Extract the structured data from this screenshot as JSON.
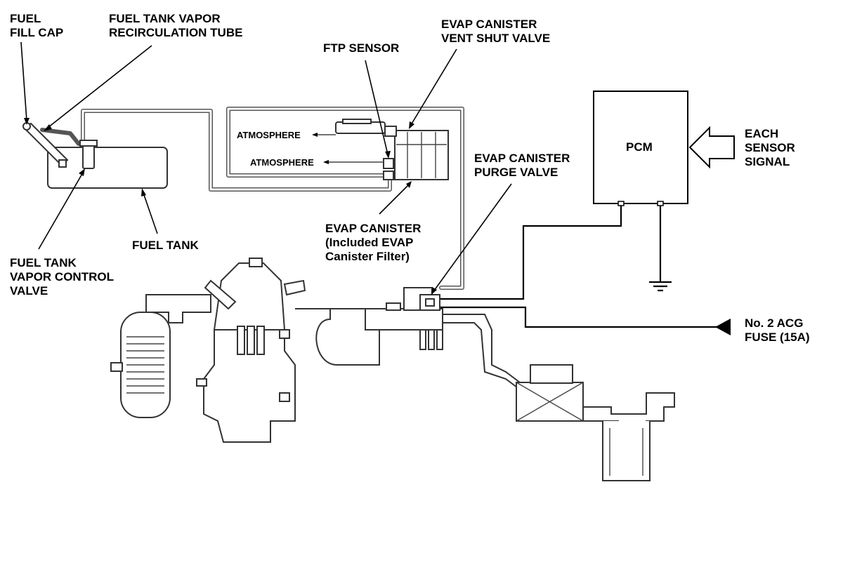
{
  "labels": {
    "fuel_fill_cap": [
      "FUEL",
      "FILL CAP"
    ],
    "recirc_tube": [
      "FUEL TANK VAPOR",
      "RECIRCULATION TUBE"
    ],
    "ftp_sensor": [
      "FTP SENSOR"
    ],
    "vent_shut_valve": [
      "EVAP CANISTER",
      "VENT SHUT VALVE"
    ],
    "atmosphere_1": "ATMOSPHERE",
    "atmosphere_2": "ATMOSPHERE",
    "purge_valve": [
      "EVAP CANISTER",
      "PURGE VALVE"
    ],
    "pcm": "PCM",
    "each_sensor_signal": [
      "EACH",
      "SENSOR",
      "SIGNAL"
    ],
    "evap_canister": [
      "EVAP CANISTER",
      "(Included EVAP",
      "Canister Filter)"
    ],
    "fuel_tank": [
      "FUEL TANK"
    ],
    "vapor_control_valve": [
      "FUEL TANK",
      "VAPOR CONTROL",
      "VALVE"
    ],
    "acg_fuse": [
      "No. 2 ACG",
      "FUSE (15A)"
    ]
  },
  "colors": {
    "line": "#000000",
    "pipe": "#555555",
    "background": "#ffffff"
  }
}
